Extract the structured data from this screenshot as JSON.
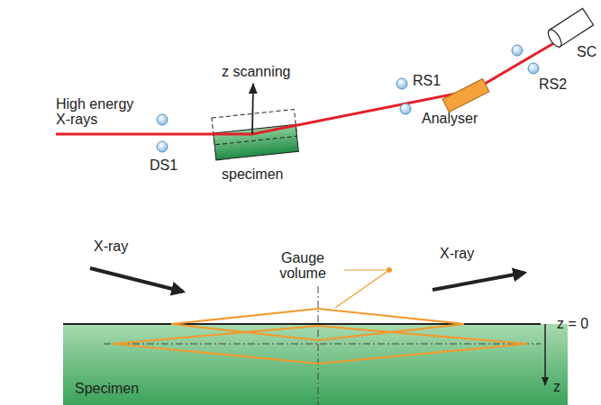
{
  "diagram": {
    "labels": [
      "High energy X-rays",
      "z scanning",
      "specimen",
      "DS1",
      "RS1",
      "Analyser",
      "RS2",
      "SC",
      "X-ray",
      "Gauge volume",
      "X-ray",
      "z = 0",
      "Specimen",
      "z"
    ]
  }
}
